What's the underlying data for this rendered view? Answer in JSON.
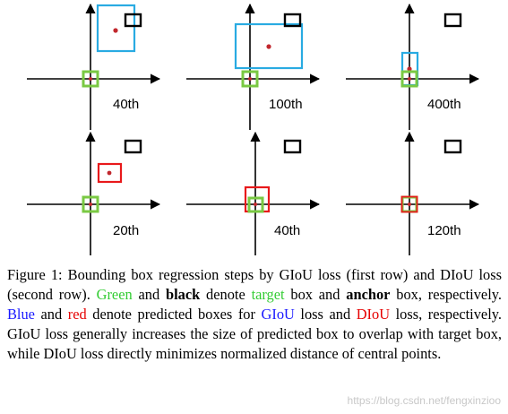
{
  "figure": {
    "panels": [
      {
        "label": "40th",
        "row": "GIoU",
        "pred_color": "#29abe2"
      },
      {
        "label": "100th",
        "row": "GIoU",
        "pred_color": "#29abe2"
      },
      {
        "label": "400th",
        "row": "GIoU",
        "pred_color": "#29abe2"
      },
      {
        "label": "20th",
        "row": "DIoU",
        "pred_color": "#e8191b"
      },
      {
        "label": "40th",
        "row": "DIoU",
        "pred_color": "#e8191b"
      },
      {
        "label": "120th",
        "row": "DIoU",
        "pred_color": "#e8191b"
      }
    ],
    "colors": {
      "target": "#7ac943",
      "anchor": "#000000",
      "giou_pred": "#29abe2",
      "diou_pred": "#e8191b",
      "center_point": "#c1272d"
    }
  },
  "caption": {
    "label": "Figure 1:",
    "t1": " Bounding box regression steps by GIoU loss (first row) and DIoU loss (second row). ",
    "green": "Green",
    "t2": " and ",
    "black": "black",
    "t3": " denote ",
    "target": "target",
    "t4": " box and ",
    "anchor": "anchor",
    "t5": " box, respectively. ",
    "blue": "Blue",
    "t6": " and ",
    "red": "red",
    "t7": " denote predicted boxes for ",
    "giou": "GIoU",
    "t8": " loss and ",
    "diou": "DIoU",
    "t9": " loss, respectively. GIoU loss generally increases the size of predicted box to overlap with target box, while DIoU loss directly minimizes normalized distance of central points."
  },
  "watermark": "https://blog.csdn.net/fengxinzioo"
}
